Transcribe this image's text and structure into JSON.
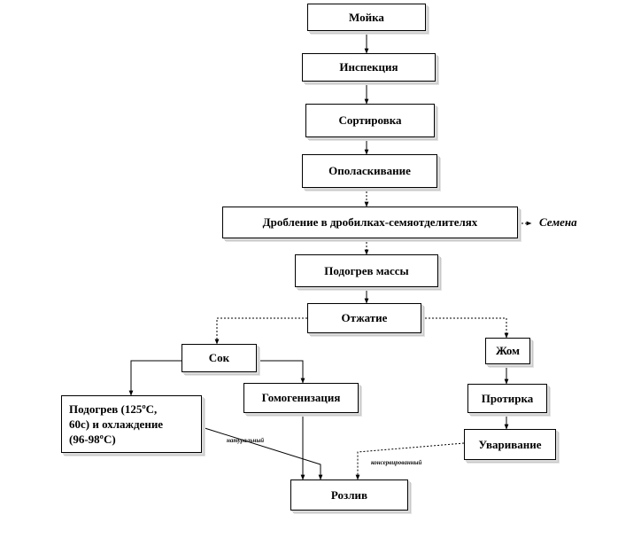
{
  "steps": {
    "moika": "Мойка",
    "inspekciya": "Инспекция",
    "sortirovka": "Сортировка",
    "opolaskivanie": "Ополаскивание",
    "droblenie": "Дробление в дробилках-семяотделителях",
    "podogrev_massy": "Подогрев массы",
    "otzhatie": "Отжатие",
    "sok": "Сок",
    "zhom": "Жом",
    "gomogenizaciya": "Гомогенизация",
    "protirka": "Протирка",
    "podogrev_line1": "Подогрев (125ºС,",
    "podogrev_line2": "60с) и охлаждение",
    "podogrev_line3": "(96-98ºС)",
    "uvarivanie": "Уваривание",
    "rozliv": "Розлив"
  },
  "side_output": "Семена",
  "notes": {
    "natural": "натуральный",
    "conserved": "консервированный"
  }
}
